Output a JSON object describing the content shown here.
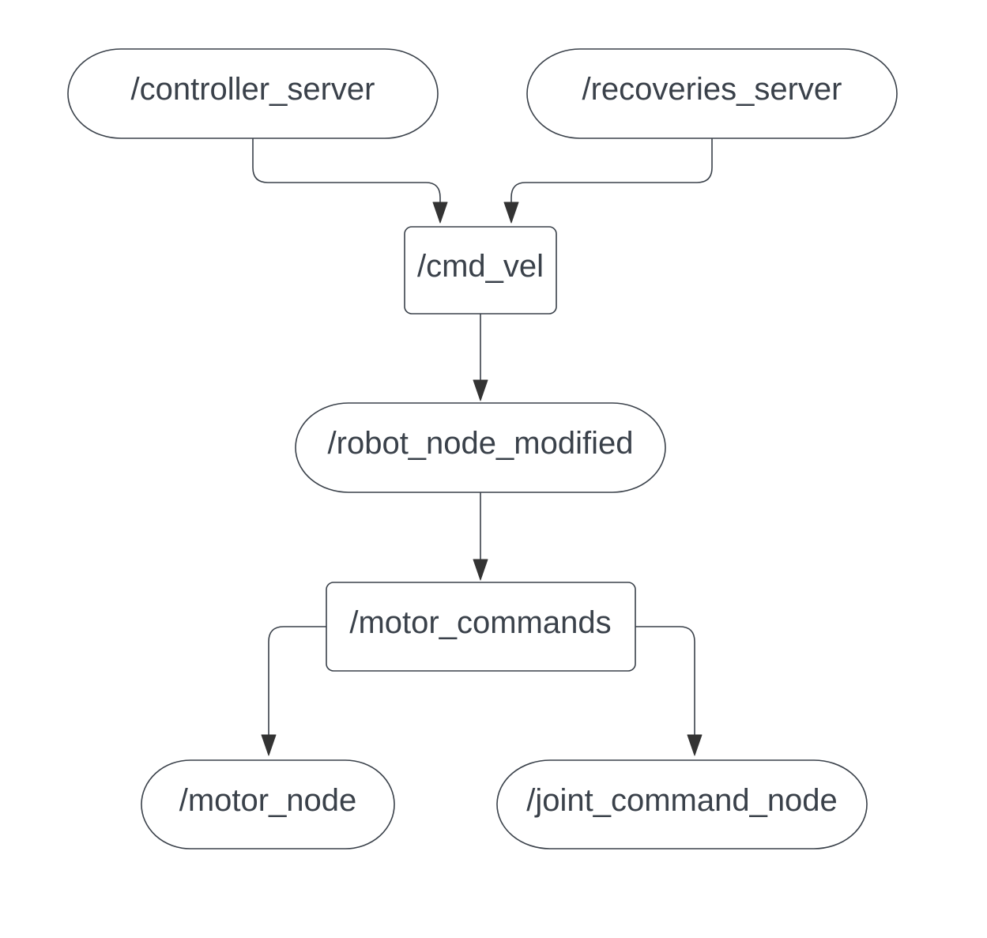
{
  "colors": {
    "background": "#ffffff",
    "stroke": "#3a414a",
    "text": "#3a414a",
    "arrowhead": "#333333"
  },
  "nodes": {
    "controller_server": {
      "label": "/controller_server",
      "kind": "node"
    },
    "recoveries_server": {
      "label": "/recoveries_server",
      "kind": "node"
    },
    "cmd_vel": {
      "label": "/cmd_vel",
      "kind": "topic"
    },
    "robot_node_modified": {
      "label": "/robot_node_modified",
      "kind": "node"
    },
    "motor_commands": {
      "label": "/motor_commands",
      "kind": "topic"
    },
    "motor_node": {
      "label": "/motor_node",
      "kind": "node"
    },
    "joint_command_node": {
      "label": "/joint_command_node",
      "kind": "node"
    }
  },
  "edges": [
    {
      "from": "controller_server",
      "to": "cmd_vel"
    },
    {
      "from": "recoveries_server",
      "to": "cmd_vel"
    },
    {
      "from": "cmd_vel",
      "to": "robot_node_modified"
    },
    {
      "from": "robot_node_modified",
      "to": "motor_commands"
    },
    {
      "from": "motor_commands",
      "to": "motor_node"
    },
    {
      "from": "motor_commands",
      "to": "joint_command_node"
    }
  ]
}
